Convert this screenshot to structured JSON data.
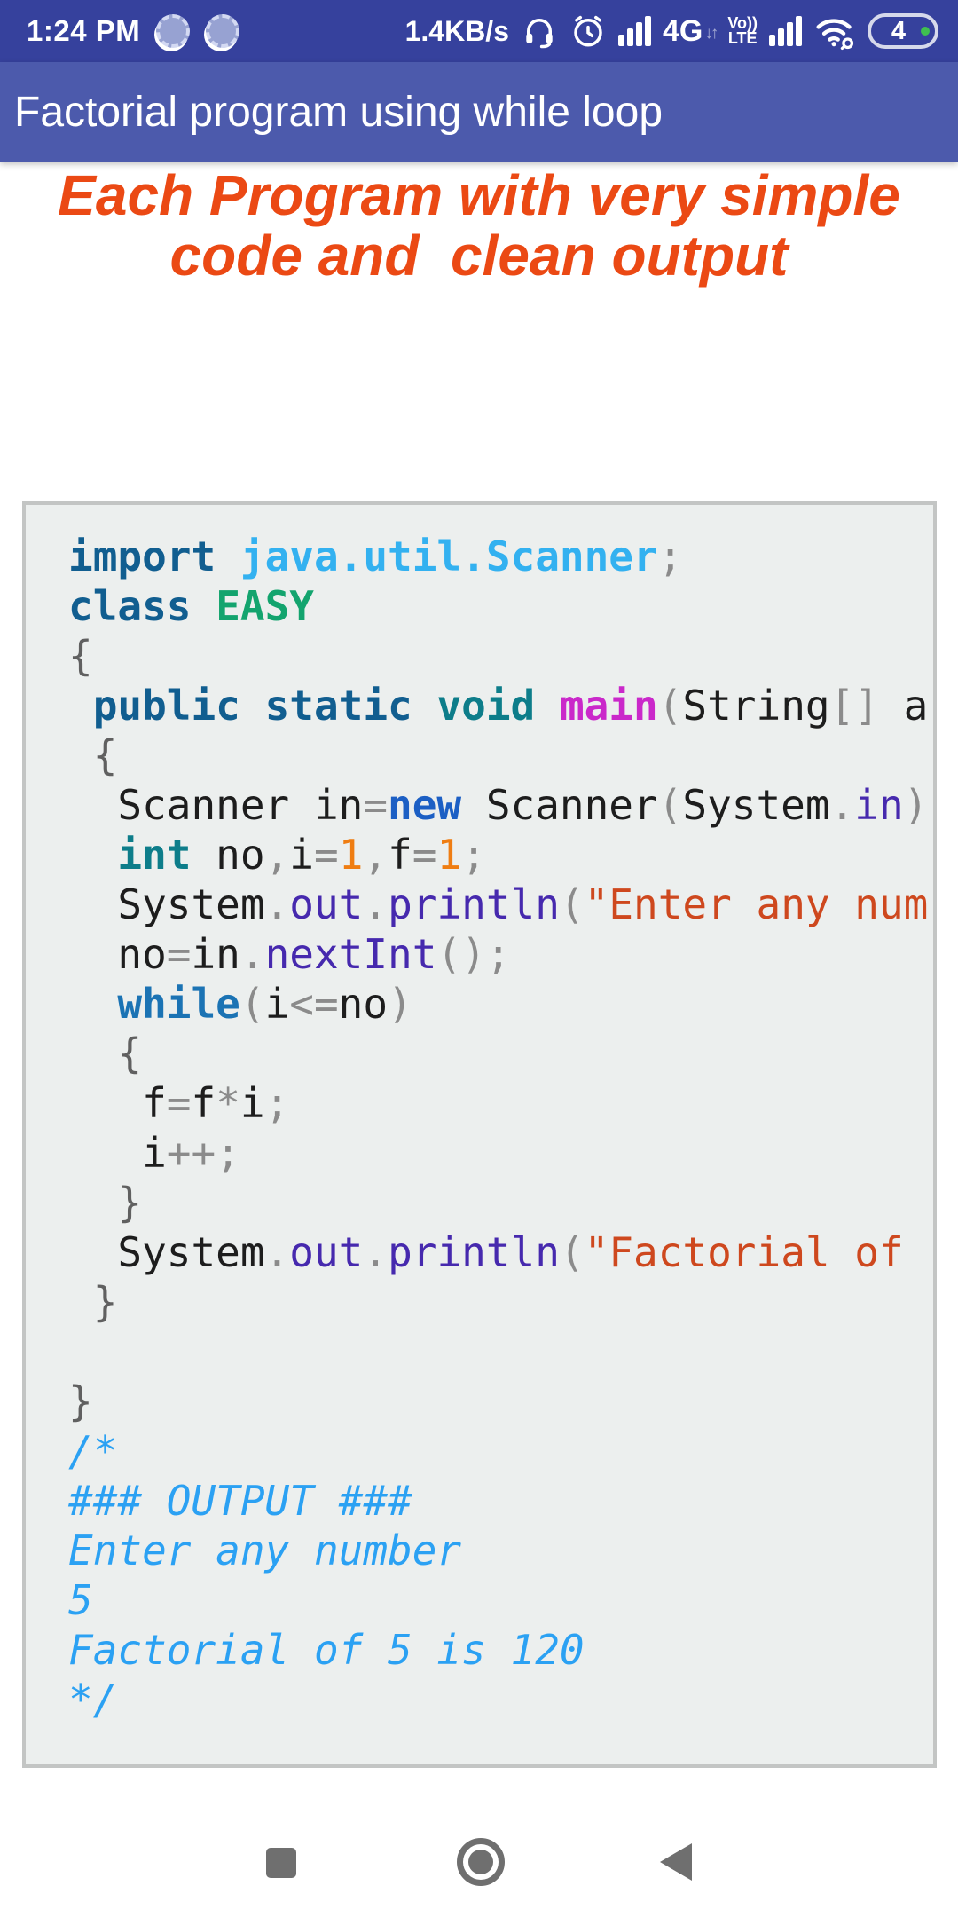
{
  "colors": {
    "status_bar_bg": "#36419d",
    "app_bar_bg": "#4c5aac",
    "banner_text": "#eb4914",
    "code_bg": "#ecefee",
    "code_border": "#c3c5c4",
    "comment_blue": "#2ba1f3",
    "string_orange": "#ce481e",
    "keyword_blue": "#115e90",
    "nav_icon_gray": "#6f6f6f",
    "battery_tip_green": "#3fbf4f"
  },
  "status_bar": {
    "time": "1:24 PM",
    "net_speed": "1.4KB/s",
    "network_type": "4G",
    "volte_top": "Vo))",
    "volte_bottom": "LTE",
    "battery_level": "4",
    "icons": [
      "notification-spinner-icon",
      "notification-spinner-icon",
      "headset-icon",
      "alarm-clock-icon",
      "signal-strength-icon",
      "volte-icon",
      "signal-strength-icon",
      "wifi-icon",
      "battery-icon"
    ]
  },
  "app_bar": {
    "title": "Factorial program using while loop"
  },
  "banner": {
    "line1": "Each Program with very simple",
    "line2": "code and  clean output"
  },
  "code": {
    "language": "java",
    "lines": [
      [
        [
          "import",
          "kw"
        ],
        [
          " ",
          "pln"
        ],
        [
          "java.util.Scanner",
          "imp"
        ],
        [
          ";",
          "pun"
        ]
      ],
      [
        [
          "class",
          "kw"
        ],
        [
          " ",
          "pln"
        ],
        [
          "EASY",
          "cls"
        ]
      ],
      [
        [
          "{",
          "brc"
        ]
      ],
      [
        [
          " ",
          "pln"
        ],
        [
          "public",
          "kw"
        ],
        [
          " ",
          "pln"
        ],
        [
          "static",
          "kw"
        ],
        [
          " ",
          "pln"
        ],
        [
          "void",
          "kw2"
        ],
        [
          " ",
          "pln"
        ],
        [
          "main",
          "fn"
        ],
        [
          "(",
          "pun"
        ],
        [
          "String",
          "pln"
        ],
        [
          "[]",
          "pun"
        ],
        [
          " a",
          "pln"
        ]
      ],
      [
        [
          " ",
          "pln"
        ],
        [
          "{",
          "brc"
        ]
      ],
      [
        [
          "  Scanner in",
          "pln"
        ],
        [
          "=",
          "pun"
        ],
        [
          "new",
          "kwb"
        ],
        [
          " Scanner",
          "pln"
        ],
        [
          "(",
          "pun"
        ],
        [
          "System",
          "pln"
        ],
        [
          ".",
          "pun"
        ],
        [
          "in",
          "mem"
        ],
        [
          ")",
          "pun"
        ]
      ],
      [
        [
          "  ",
          "pln"
        ],
        [
          "int",
          "kw2"
        ],
        [
          " no",
          "pln"
        ],
        [
          ",",
          "pun"
        ],
        [
          "i",
          "pln"
        ],
        [
          "=",
          "pun"
        ],
        [
          "1",
          "num"
        ],
        [
          ",",
          "pun"
        ],
        [
          "f",
          "pln"
        ],
        [
          "=",
          "pun"
        ],
        [
          "1",
          "num"
        ],
        [
          ";",
          "pun"
        ]
      ],
      [
        [
          "  System",
          "pln"
        ],
        [
          ".",
          "pun"
        ],
        [
          "out",
          "mem"
        ],
        [
          ".",
          "pun"
        ],
        [
          "println",
          "mem"
        ],
        [
          "(",
          "pun"
        ],
        [
          "\"Enter any num",
          "str"
        ]
      ],
      [
        [
          "  no",
          "pln"
        ],
        [
          "=",
          "pun"
        ],
        [
          "in",
          "pln"
        ],
        [
          ".",
          "pun"
        ],
        [
          "nextInt",
          "mem"
        ],
        [
          "();",
          "pun"
        ]
      ],
      [
        [
          "  ",
          "pln"
        ],
        [
          "while",
          "kww"
        ],
        [
          "(",
          "pun"
        ],
        [
          "i",
          "pln"
        ],
        [
          "<=",
          "pun"
        ],
        [
          "no",
          "pln"
        ],
        [
          ")",
          "pun"
        ]
      ],
      [
        [
          "  ",
          "pln"
        ],
        [
          "{",
          "brc"
        ]
      ],
      [
        [
          "   f",
          "pln"
        ],
        [
          "=",
          "pun"
        ],
        [
          "f",
          "pln"
        ],
        [
          "*",
          "pun"
        ],
        [
          "i",
          "pln"
        ],
        [
          ";",
          "pun"
        ]
      ],
      [
        [
          "   i",
          "pln"
        ],
        [
          "++",
          "pun"
        ],
        [
          ";",
          "pun"
        ]
      ],
      [
        [
          "  ",
          "pln"
        ],
        [
          "}",
          "brc"
        ]
      ],
      [
        [
          "  System",
          "pln"
        ],
        [
          ".",
          "pun"
        ],
        [
          "out",
          "mem"
        ],
        [
          ".",
          "pun"
        ],
        [
          "println",
          "mem"
        ],
        [
          "(",
          "pun"
        ],
        [
          "\"Factorial of",
          "str"
        ]
      ],
      [
        [
          " ",
          "pln"
        ],
        [
          "}",
          "brc"
        ]
      ],
      [],
      [
        [
          "}",
          "brc"
        ]
      ],
      [
        [
          "/*",
          "cmt"
        ]
      ],
      [
        [
          "### OUTPUT ###",
          "cmt"
        ]
      ],
      [
        [
          "Enter any number",
          "cmt"
        ]
      ],
      [
        [
          "5",
          "cmt"
        ]
      ],
      [
        [
          "Factorial of 5 is 120",
          "cmt"
        ]
      ],
      [
        [
          "*/",
          "cmt"
        ]
      ]
    ]
  },
  "nav_bar": {
    "icons": [
      "recents-icon",
      "home-icon",
      "back-icon"
    ]
  }
}
